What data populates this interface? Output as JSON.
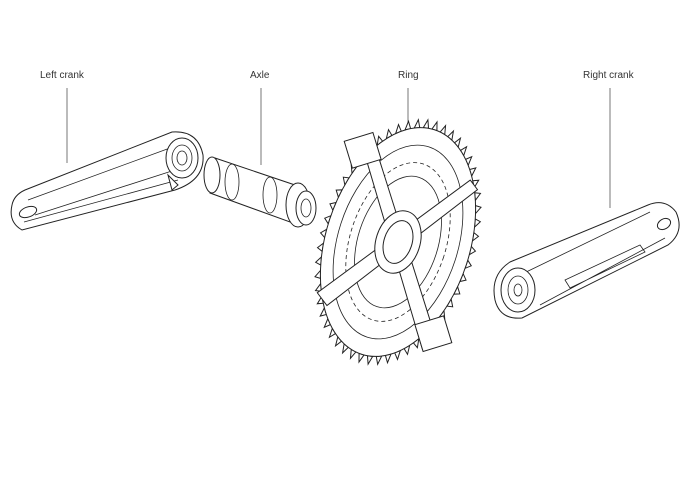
{
  "diagram": {
    "labels": {
      "left_crank": "Left crank",
      "axle": "Axle",
      "ring": "Ring",
      "right_crank": "Right crank"
    },
    "ring_teeth": 52
  }
}
